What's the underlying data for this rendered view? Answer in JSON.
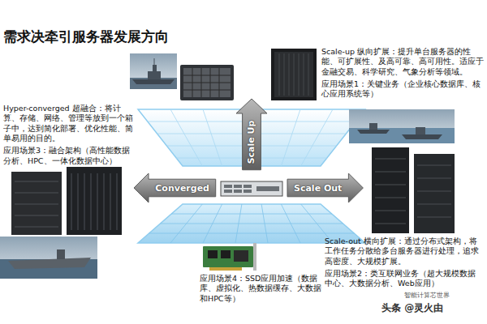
{
  "diagram": {
    "title": "需求决牵引服务器发展方向",
    "nodes": [
      {
        "text": [
          "Scale Up"
        ]
      },
      {
        "text": [
          "Converged"
        ]
      },
      {
        "text": [
          "Scale Out"
        ]
      }
    ],
    "labels": [
      "Scale-up 纵向扩展：提升单台服务器的性能、可扩展性、及高可靠、高可用性。适应于金融交易、科学研究、气象分析等领域。",
      "应用场景1：关键业务（企业核心数据库、核心应用系统等）",
      "Hyper-converged 超融合：将计算、存储、网络、管理等放到一个箱子中，达到简化部署、优化性能、简单易用的目的。",
      "应用场景3：融合架构（高性能数据分析、HPC、一体化数据中心）",
      "Scale-out 横向扩展：通过分布式架构，将工作任务分散给多台服务器进行处理，追求高密度、大规模扩展。",
      "应用场景2：类互联网业务（超大规模数据中心、大数据分析、Web应用）",
      "应用场景4：SSD应用加速（数据库、虚拟化、热数据缓存、大数据和HPC等）",
      "智能计算芯世界",
      "头条 @灵火由"
    ]
  }
}
